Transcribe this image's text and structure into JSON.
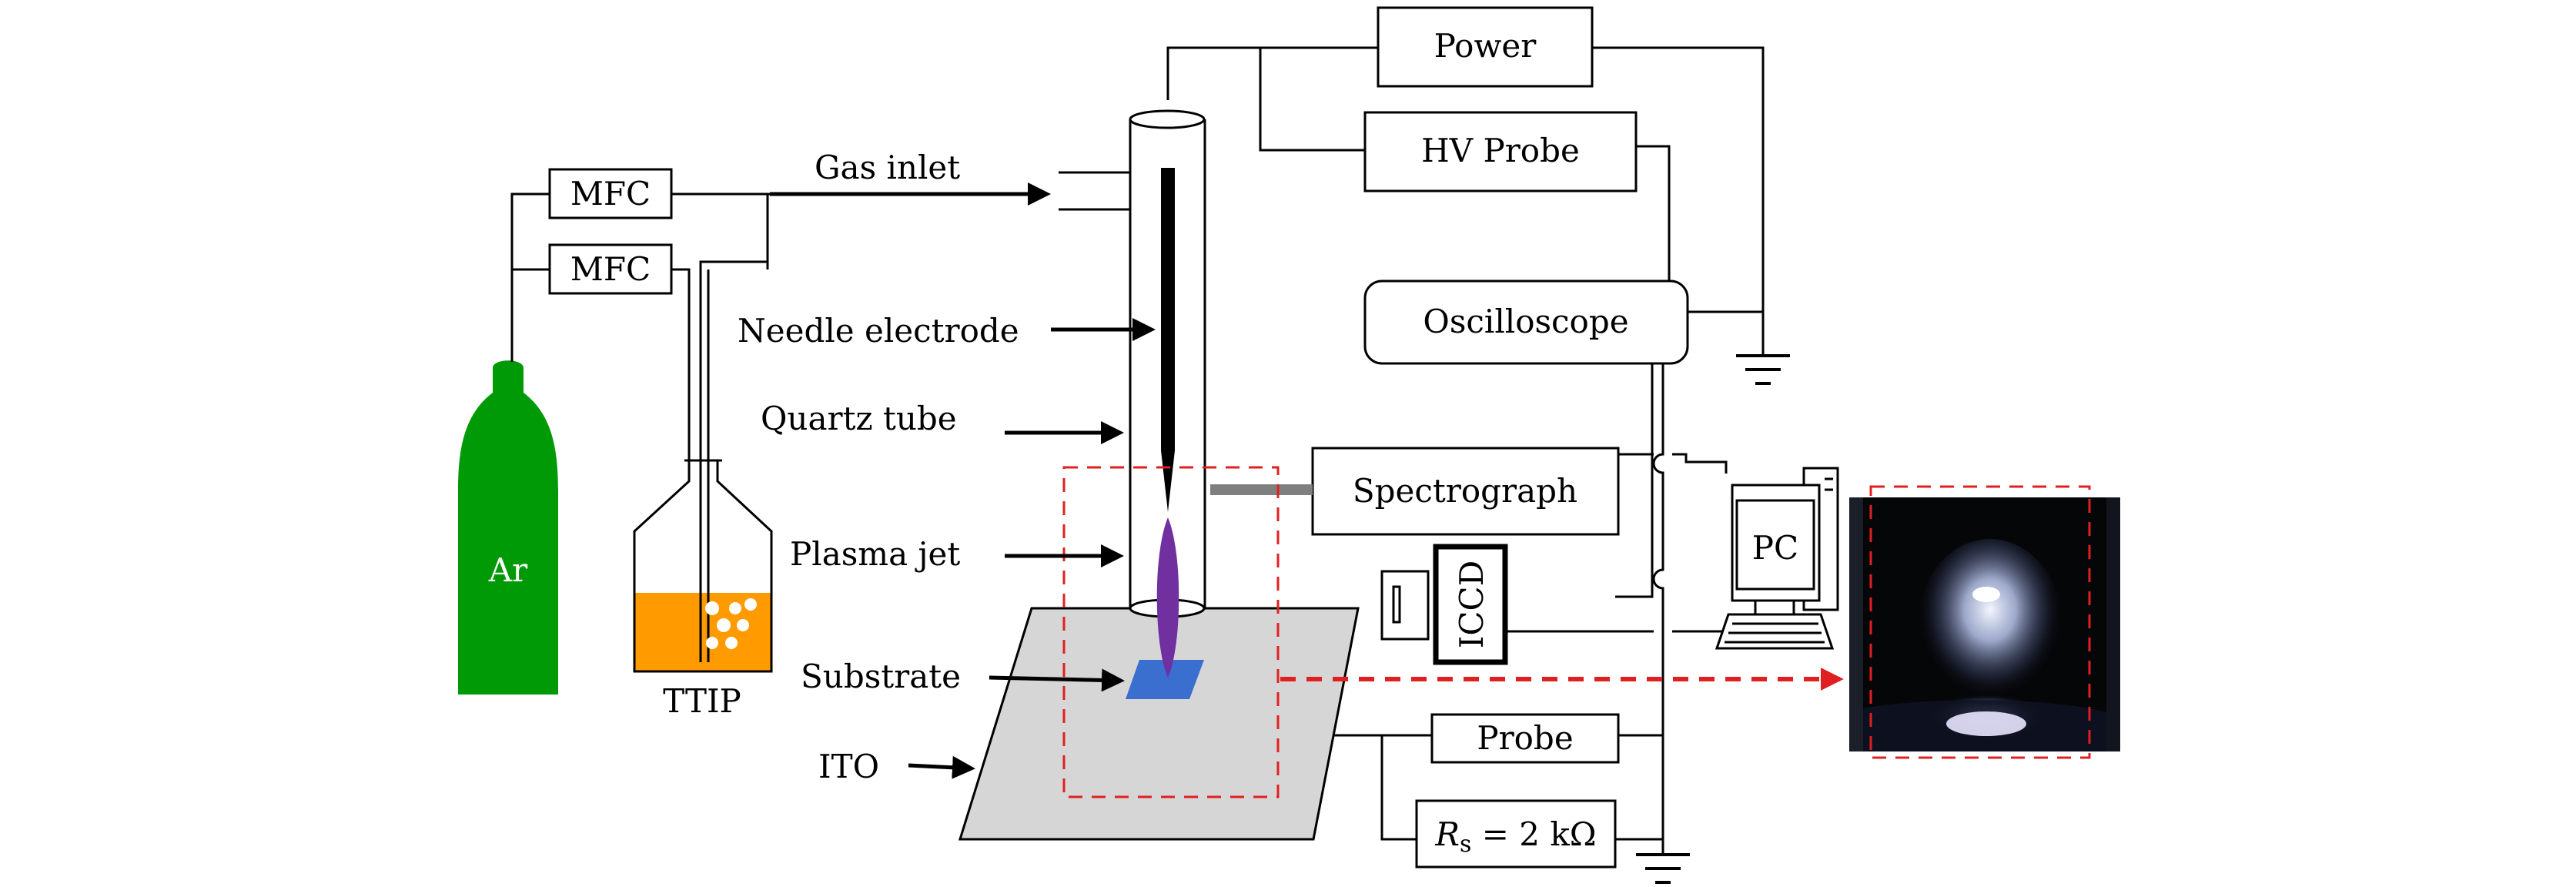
{
  "labels": {
    "power": "Power",
    "hv_probe": "HV Probe",
    "oscilloscope": "Oscilloscope",
    "spectrograph": "Spectrograph",
    "iccd": "ICCD",
    "pc": "PC",
    "probe": "Probe",
    "rs_symbol": "R",
    "rs_subscript": "s",
    "rs_value": " = 2 kΩ",
    "mfc_top": "MFC",
    "mfc_bottom": "MFC",
    "gas_inlet": "Gas inlet",
    "needle_electrode": "Needle electrode",
    "quartz_tube": "Quartz tube",
    "plasma_jet": "Plasma jet",
    "substrate": "Substrate",
    "ito": "ITO",
    "ar": "Ar",
    "ttip": "TTIP"
  },
  "colors": {
    "ar_cylinder": "#009a06",
    "ttip_liquid": "#ff9a00",
    "plasma": "#7030a0",
    "substrate": "#3a6fd0",
    "ito_plate": "#d6d6d6",
    "highlight": "#e02020",
    "spectro_fiber": "#7f7f7f",
    "photo_bg": "#050608"
  },
  "icons": [
    "ground-symbol",
    "computer-icon",
    "camera-icon",
    "gas-cylinder",
    "bubbler-bottle"
  ]
}
